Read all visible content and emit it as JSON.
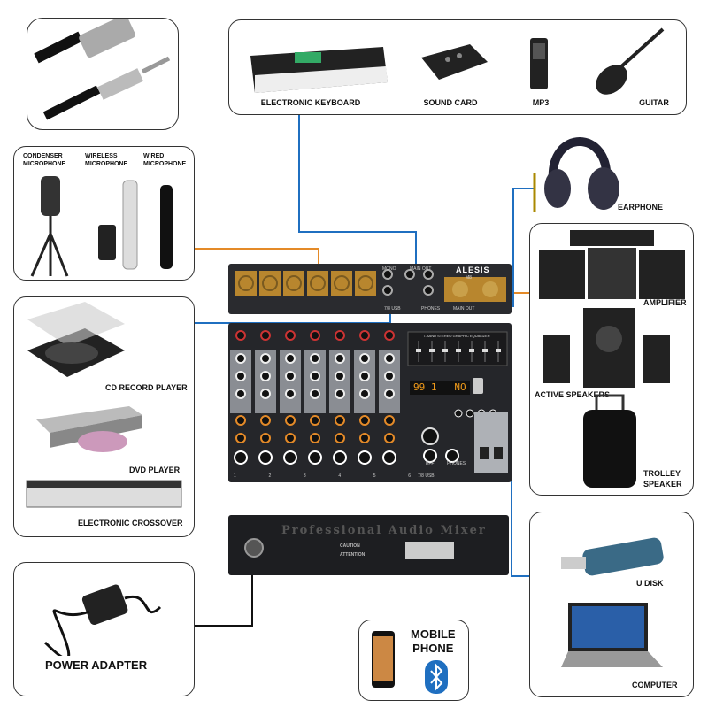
{
  "devices_top": [
    "ELECTRONIC KEYBOARD",
    "SOUND CARD",
    "MP3",
    "GUITAR"
  ],
  "microphones": [
    {
      "line1": "CONDENSER",
      "line2": "MICROPHONE"
    },
    {
      "line1": "WIRELESS",
      "line2": "MICROPHONE"
    },
    {
      "line1": "WIRED",
      "line2": "MICROPHONE"
    }
  ],
  "players": [
    "CD RECORD PLAYER",
    "DVD PLAYER",
    "ELECTRONIC CROSSOVER"
  ],
  "power": "POWER ADAPTER",
  "earphone": "EARPHONE",
  "speakers": {
    "amplifier": "AMPLIFIER",
    "active": "ACTIVE SPEAKERS",
    "trolley_1": "TROLLEY",
    "trolley_2": "SPEAKER"
  },
  "storage": {
    "udisk": "U DISK",
    "computer": "COMPUTER"
  },
  "mobile": {
    "line1": "MOBILE",
    "line2": "PHONE"
  },
  "mixer": {
    "brand": "ALESIS",
    "model": "M8",
    "channels": [
      "1",
      "2",
      "3",
      "4",
      "5",
      "6"
    ],
    "usb_channel": "7/8 USB",
    "mono": "MONO",
    "main_out": "MAIN OUT",
    "phones": "PHONES",
    "eff": "EFF",
    "eq_title": "7-BAND STEREO GRAPHIC EQUALIZER",
    "display": "99 1   NO",
    "back_title": "Professional Audio Mixer",
    "caution": "CAUTION",
    "attention": "ATTENTION"
  },
  "colors": {
    "blue": "#1f6fc0",
    "orange": "#e48a28",
    "xlr": "#b8862e"
  }
}
